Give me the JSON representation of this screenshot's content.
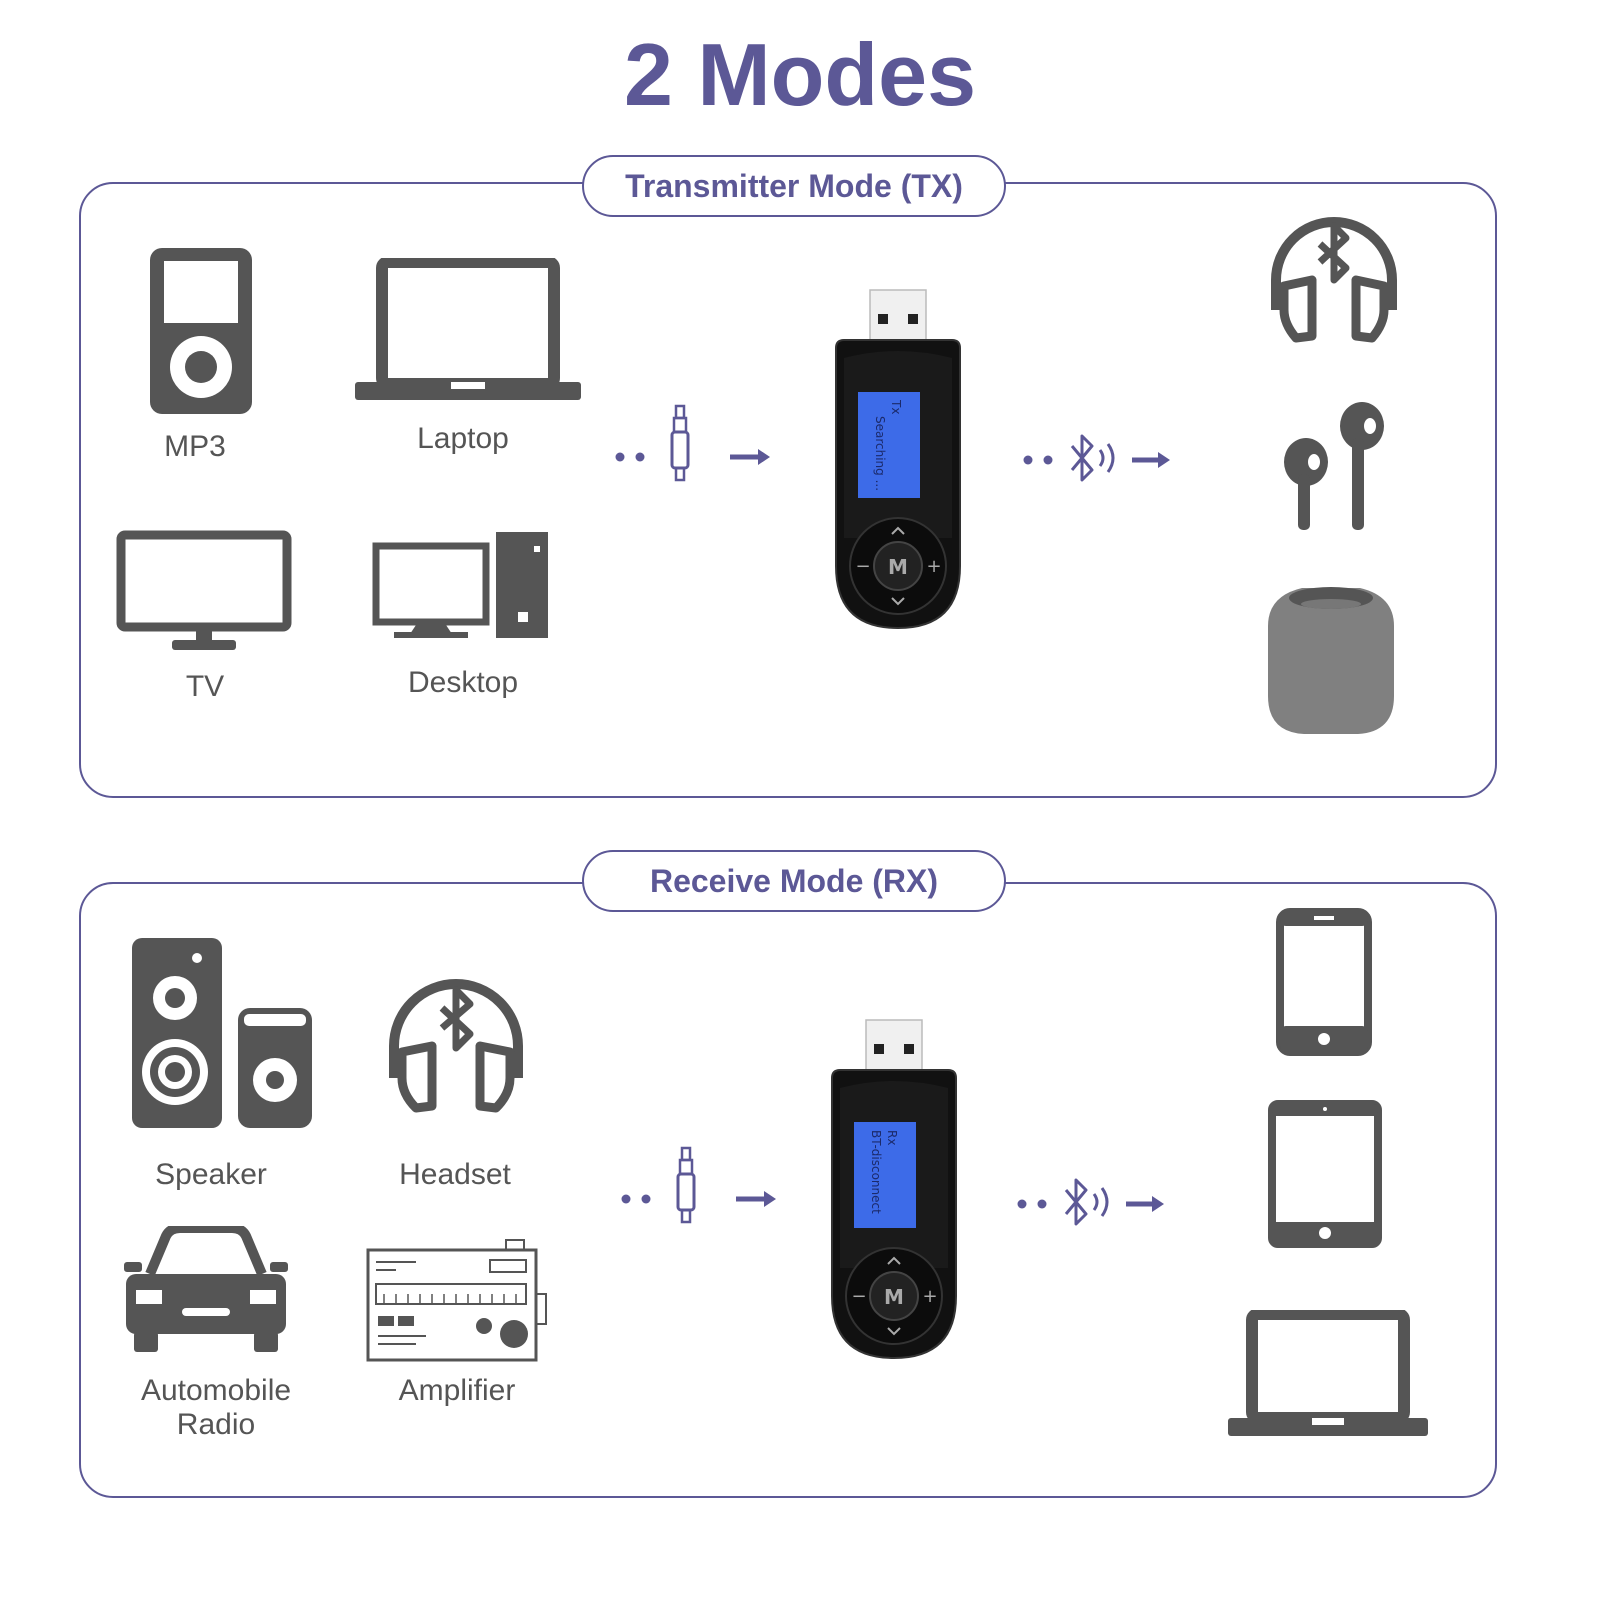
{
  "title": "2 Modes",
  "colors": {
    "accent": "#5c5896",
    "icon_gray": "#555555",
    "lcd_blue": "#3d6be8"
  },
  "tx": {
    "mode_label": "Transmitter Mode (TX)",
    "sources": [
      {
        "label": "MP3",
        "icon": "mp3-player-icon"
      },
      {
        "label": "Laptop",
        "icon": "laptop-icon"
      },
      {
        "label": "TV",
        "icon": "tv-icon"
      },
      {
        "label": "Desktop",
        "icon": "desktop-computer-icon"
      }
    ],
    "device_screen": {
      "line1": "Tx",
      "line2": "Searching ..."
    },
    "targets": [
      "bluetooth-headphones-icon",
      "earbuds-icon",
      "smart-speaker-icon"
    ]
  },
  "rx": {
    "mode_label": "Receive Mode (RX)",
    "sources": [
      {
        "label": "Speaker",
        "icon": "speaker-icon"
      },
      {
        "label": "Headset",
        "icon": "bluetooth-headset-icon"
      },
      {
        "label": "Automobile\nRadio",
        "icon": "car-icon"
      },
      {
        "label": "Amplifier",
        "icon": "amplifier-icon"
      }
    ],
    "device_screen": {
      "line1": "Rx",
      "line2": "BT-disconnect"
    },
    "targets": [
      "smartphone-icon",
      "tablet-icon",
      "laptop-icon"
    ]
  },
  "device_buttons": {
    "center": "M",
    "plus": "+",
    "minus": "−"
  }
}
